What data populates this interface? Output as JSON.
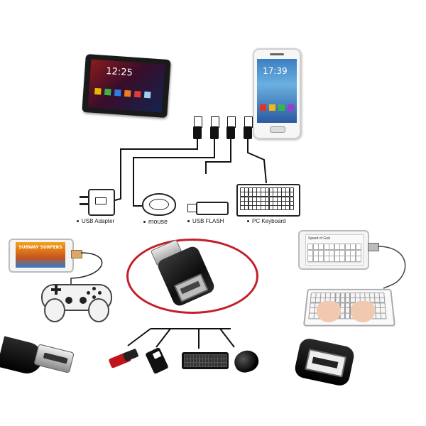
{
  "tablet": {
    "time": "12:25"
  },
  "phone": {
    "time": "17:39"
  },
  "labels": {
    "usb_adapter": "USB Adapter",
    "mouse": "mouse",
    "usb_flash": "USB FLASH",
    "pc_keyboard": "PC Keyboard"
  },
  "game": {
    "title": "SUBWAY SURFERS"
  },
  "phone_right": {
    "note": "Speed of God"
  },
  "colors": {
    "circle": "#c41e2a",
    "cable": "#111111",
    "background": "#ffffff"
  }
}
